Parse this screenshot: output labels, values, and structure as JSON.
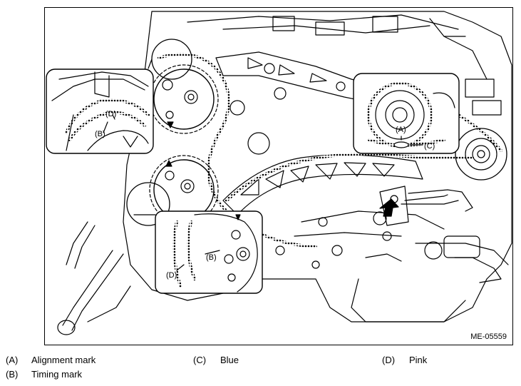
{
  "figure": {
    "id": "ME-05559",
    "callouts": {
      "a": "(A)",
      "b": "(B)",
      "c": "(C)",
      "d": "(D)"
    }
  },
  "legend": [
    {
      "key": "(A)",
      "text": "Alignment mark"
    },
    {
      "key": "(C)",
      "text": "Blue"
    },
    {
      "key": "(D)",
      "text": "Pink"
    },
    {
      "key": "(B)",
      "text": "Timing mark"
    }
  ]
}
